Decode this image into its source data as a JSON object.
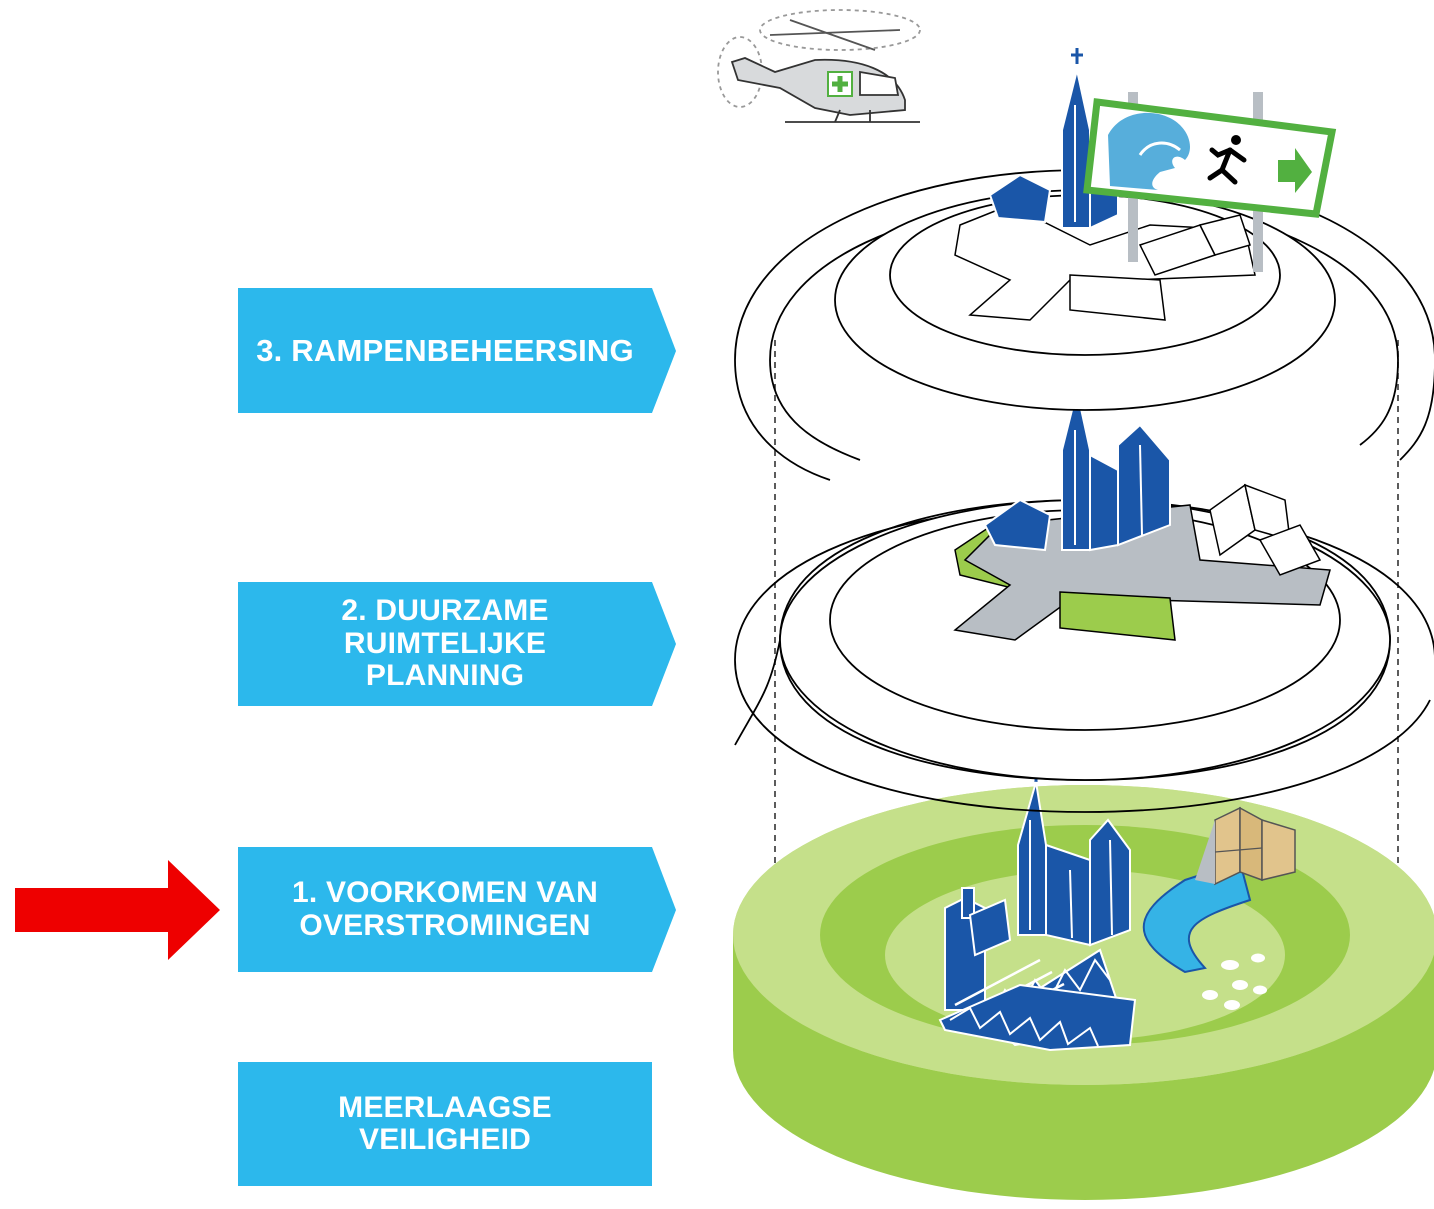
{
  "layers": [
    {
      "id": "layer-3",
      "label": "3. RAMPENBEHEERSING"
    },
    {
      "id": "layer-2",
      "label": "2. DUURZAME\nRUIMTELIJKE\nPLANNING"
    },
    {
      "id": "layer-1",
      "label": "1. VOORKOMEN VAN\nOVERSTROMINGEN"
    }
  ],
  "title_box": {
    "label": "MEERLAAGSE\nVEILIGHEID"
  },
  "highlight": {
    "target": "layer-1",
    "color": "#ee0000"
  },
  "colors": {
    "label_blue": "#2cb8ec",
    "building_blue": "#1a56a8",
    "grass_light": "#c5e08a",
    "grass_mid": "#9ccc4c",
    "water": "#35b3e6",
    "road_grey": "#b8bec4",
    "sign_green": "#52b040"
  },
  "icons": [
    "helicopter-icon",
    "evacuation-sign-icon",
    "church-icon",
    "factory-icon",
    "sheep-icon",
    "sluice-gate-icon"
  ]
}
